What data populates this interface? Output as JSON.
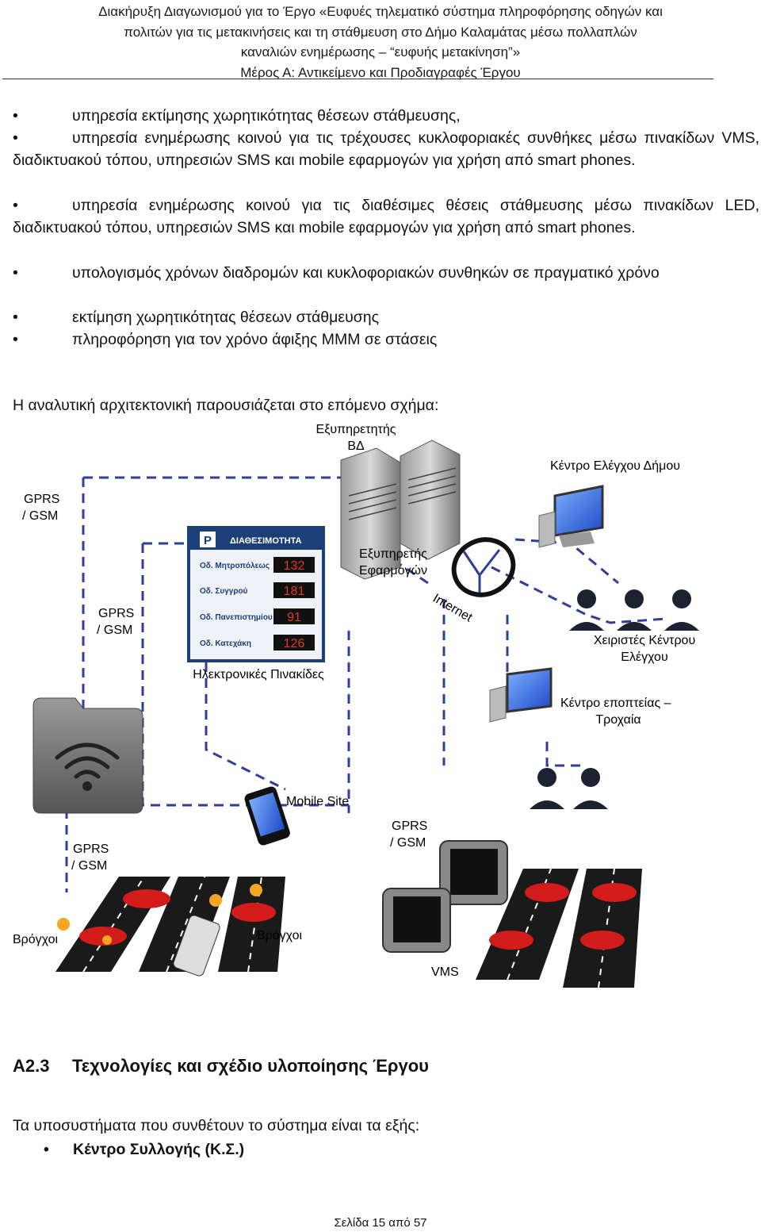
{
  "header": {
    "lines": [
      "Διακήρυξη Διαγωνισμού για το Έργο «Ευφυές τηλεματικό σύστημα πληροφόρησης οδηγών και",
      "πολιτών για τις μετακινήσεις και τη στάθμευση στο Δήμο Καλαμάτας μέσω πολλαπλών",
      "καναλιών ενημέρωσης – “ευφυής μετακίνηση”»",
      "Μέρος Α: Αντικείμενο και Προδιαγραφές Έργου"
    ]
  },
  "bullet_symbol": "•",
  "bullets": [
    "υπηρεσία εκτίμησης χωρητικότητας θέσεων στάθμευσης,",
    "υπηρεσία ενημέρωσης κοινού για τις τρέχουσες κυκλοφοριακές συνθήκες μέσω πινακίδων VMS, διαδικτυακού τόπου, υπηρεσιών SMS και mobile εφαρμογών για χρήση από smart phones.",
    "υπηρεσία ενημέρωσης κοινού για τις διαθέσιμες θέσεις στάθμευσης μέσω πινακίδων LED, διαδικτυακού τόπου, υπηρεσιών SMS και mobile εφαρμογών για χρήση από smart phones.",
    "υπολογισμός χρόνων διαδρομών και κυκλοφοριακών συνθηκών σε πραγματικό χρόνο",
    "εκτίμηση χωρητικότητας θέσεων στάθμευσης",
    "πληροφόρηση για τον χρόνο άφιξης ΜΜΜ σε στάσεις"
  ],
  "intro_text": "Η αναλυτική αρχιτεκτονική παρουσιάζεται στο επόμενο σχήμα:",
  "diagram": {
    "db_server_label": [
      "Εξυπηρετητής",
      "ΒΔ"
    ],
    "app_server_label": [
      "Εξυπηρετής",
      "Εφαρμογών"
    ],
    "control_center_label": "Κέντρο Ελέγχου Δήμου",
    "internet_label": "Internet",
    "operators_label": [
      "Χειριστές Κέντρου",
      "Ελέγχου"
    ],
    "police_label": [
      "Κέντρο εποπτείας –",
      "Τροχαία"
    ],
    "gprs_label": [
      "GPRS",
      "/ GSM"
    ],
    "led_panel": {
      "title": "ΔΙΑΘΕΣΙΜΟΤΗΤΑ",
      "logo": "P",
      "rows": [
        {
          "street": "Οδ. Μητροπόλεως",
          "value": "132"
        },
        {
          "street": "Οδ. Συγγρού",
          "value": "181"
        },
        {
          "street": "Οδ. Πανεπιστημίου",
          "value": "91"
        },
        {
          "street": "Οδ. Κατεχάκη",
          "value": "126"
        }
      ],
      "caption": "Ηλεκτρονικές Πινακίδες"
    },
    "mobile_label": "Mobile Site",
    "loops_label": "Βρόγχοι",
    "vms_label": "VMS",
    "colors": {
      "link": "#2d3f97",
      "car": "#d21b1b",
      "led": "#e0391b",
      "panel": "#1c3f78"
    }
  },
  "section": {
    "number": "Α2.3",
    "title": "Τεχνολογίες και σχέδιο υλοποίησης Έργου"
  },
  "subsystems_intro": "Τα υποσυστήματα που συνθέτουν το σύστημα είναι τα εξής:",
  "subsystems": [
    "Κέντρο Συλλογής (Κ.Σ.)"
  ],
  "footer": "Σελίδα 15 από 57"
}
